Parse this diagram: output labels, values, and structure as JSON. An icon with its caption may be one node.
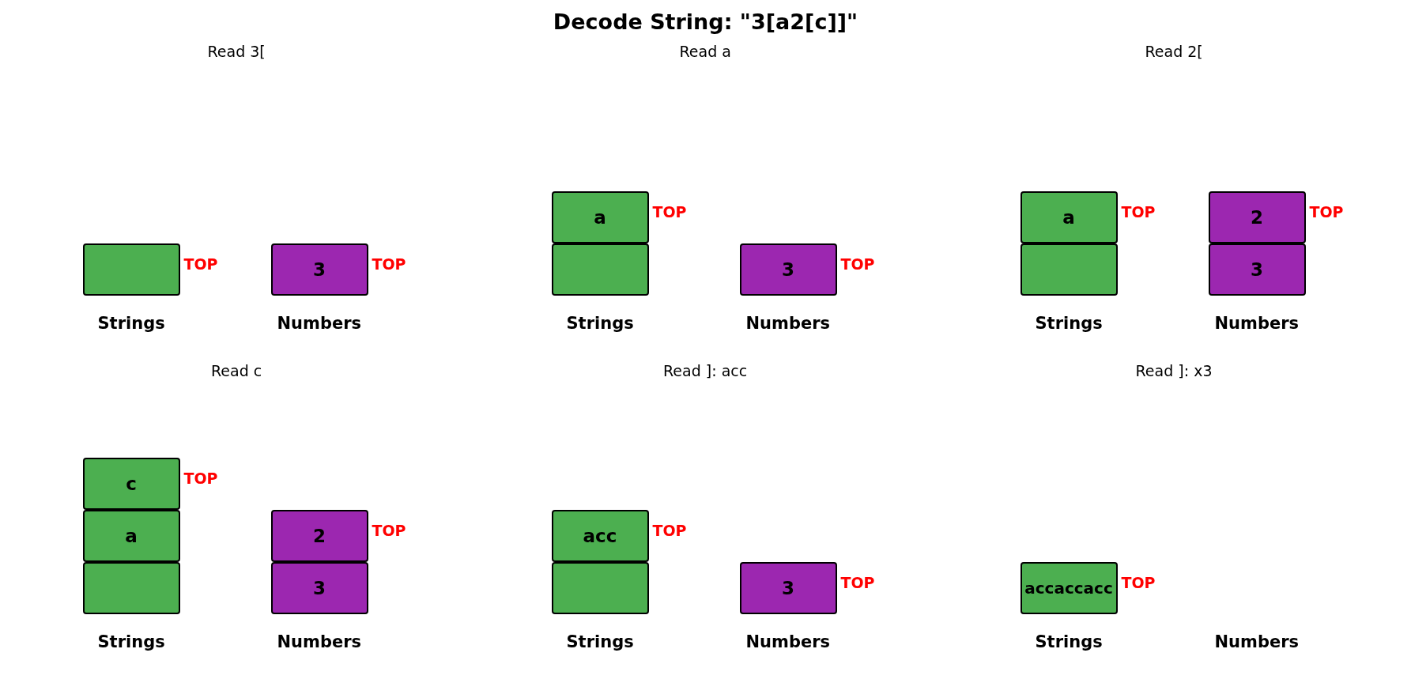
{
  "diagram": {
    "title": "Decode String: \"3[a2[c]]\"",
    "nodes": [
      {
        "text": [],
        "shape": "box",
        "beside": [
          "TOP"
        ]
      },
      {
        "text": [
          "3"
        ],
        "beside": [
          "TOP"
        ]
      },
      {
        "text": [
          "a"
        ],
        "beside": [
          "TOP"
        ]
      },
      {
        "text": [],
        "shape": "box"
      },
      {
        "text": [
          "3"
        ],
        "beside": [
          "TOP"
        ]
      },
      {
        "text": [
          "a"
        ],
        "beside": [
          "TOP"
        ]
      },
      {
        "text": [],
        "shape": "box"
      },
      {
        "text": [
          "2"
        ],
        "beside": [
          "TOP"
        ]
      },
      {
        "text": [
          "3"
        ]
      },
      {
        "text": [
          "c"
        ],
        "beside": [
          "TOP"
        ]
      },
      {
        "text": [
          "a"
        ]
      },
      {
        "text": [],
        "shape": "box"
      },
      {
        "text": [
          "2"
        ],
        "beside": [
          "TOP"
        ]
      },
      {
        "text": [
          "3"
        ]
      },
      {
        "text": [
          "acc"
        ],
        "beside": [
          "TOP"
        ]
      },
      {
        "text": [],
        "shape": "box"
      },
      {
        "text": [
          "3"
        ],
        "beside": [
          "TOP"
        ]
      },
      {
        "text": [
          "accaccacc"
        ],
        "beside": [
          "TOP"
        ]
      }
    ],
    "labels": [
      "Read 3[",
      "Strings",
      "Numbers",
      "Read a",
      "Strings",
      "Numbers",
      "Read 2[",
      "Strings",
      "Numbers",
      "Read c",
      "Strings",
      "Numbers",
      "Read ]: acc",
      "Strings",
      "Numbers",
      "Read ]: x3",
      "Strings",
      "Numbers"
    ]
  }
}
